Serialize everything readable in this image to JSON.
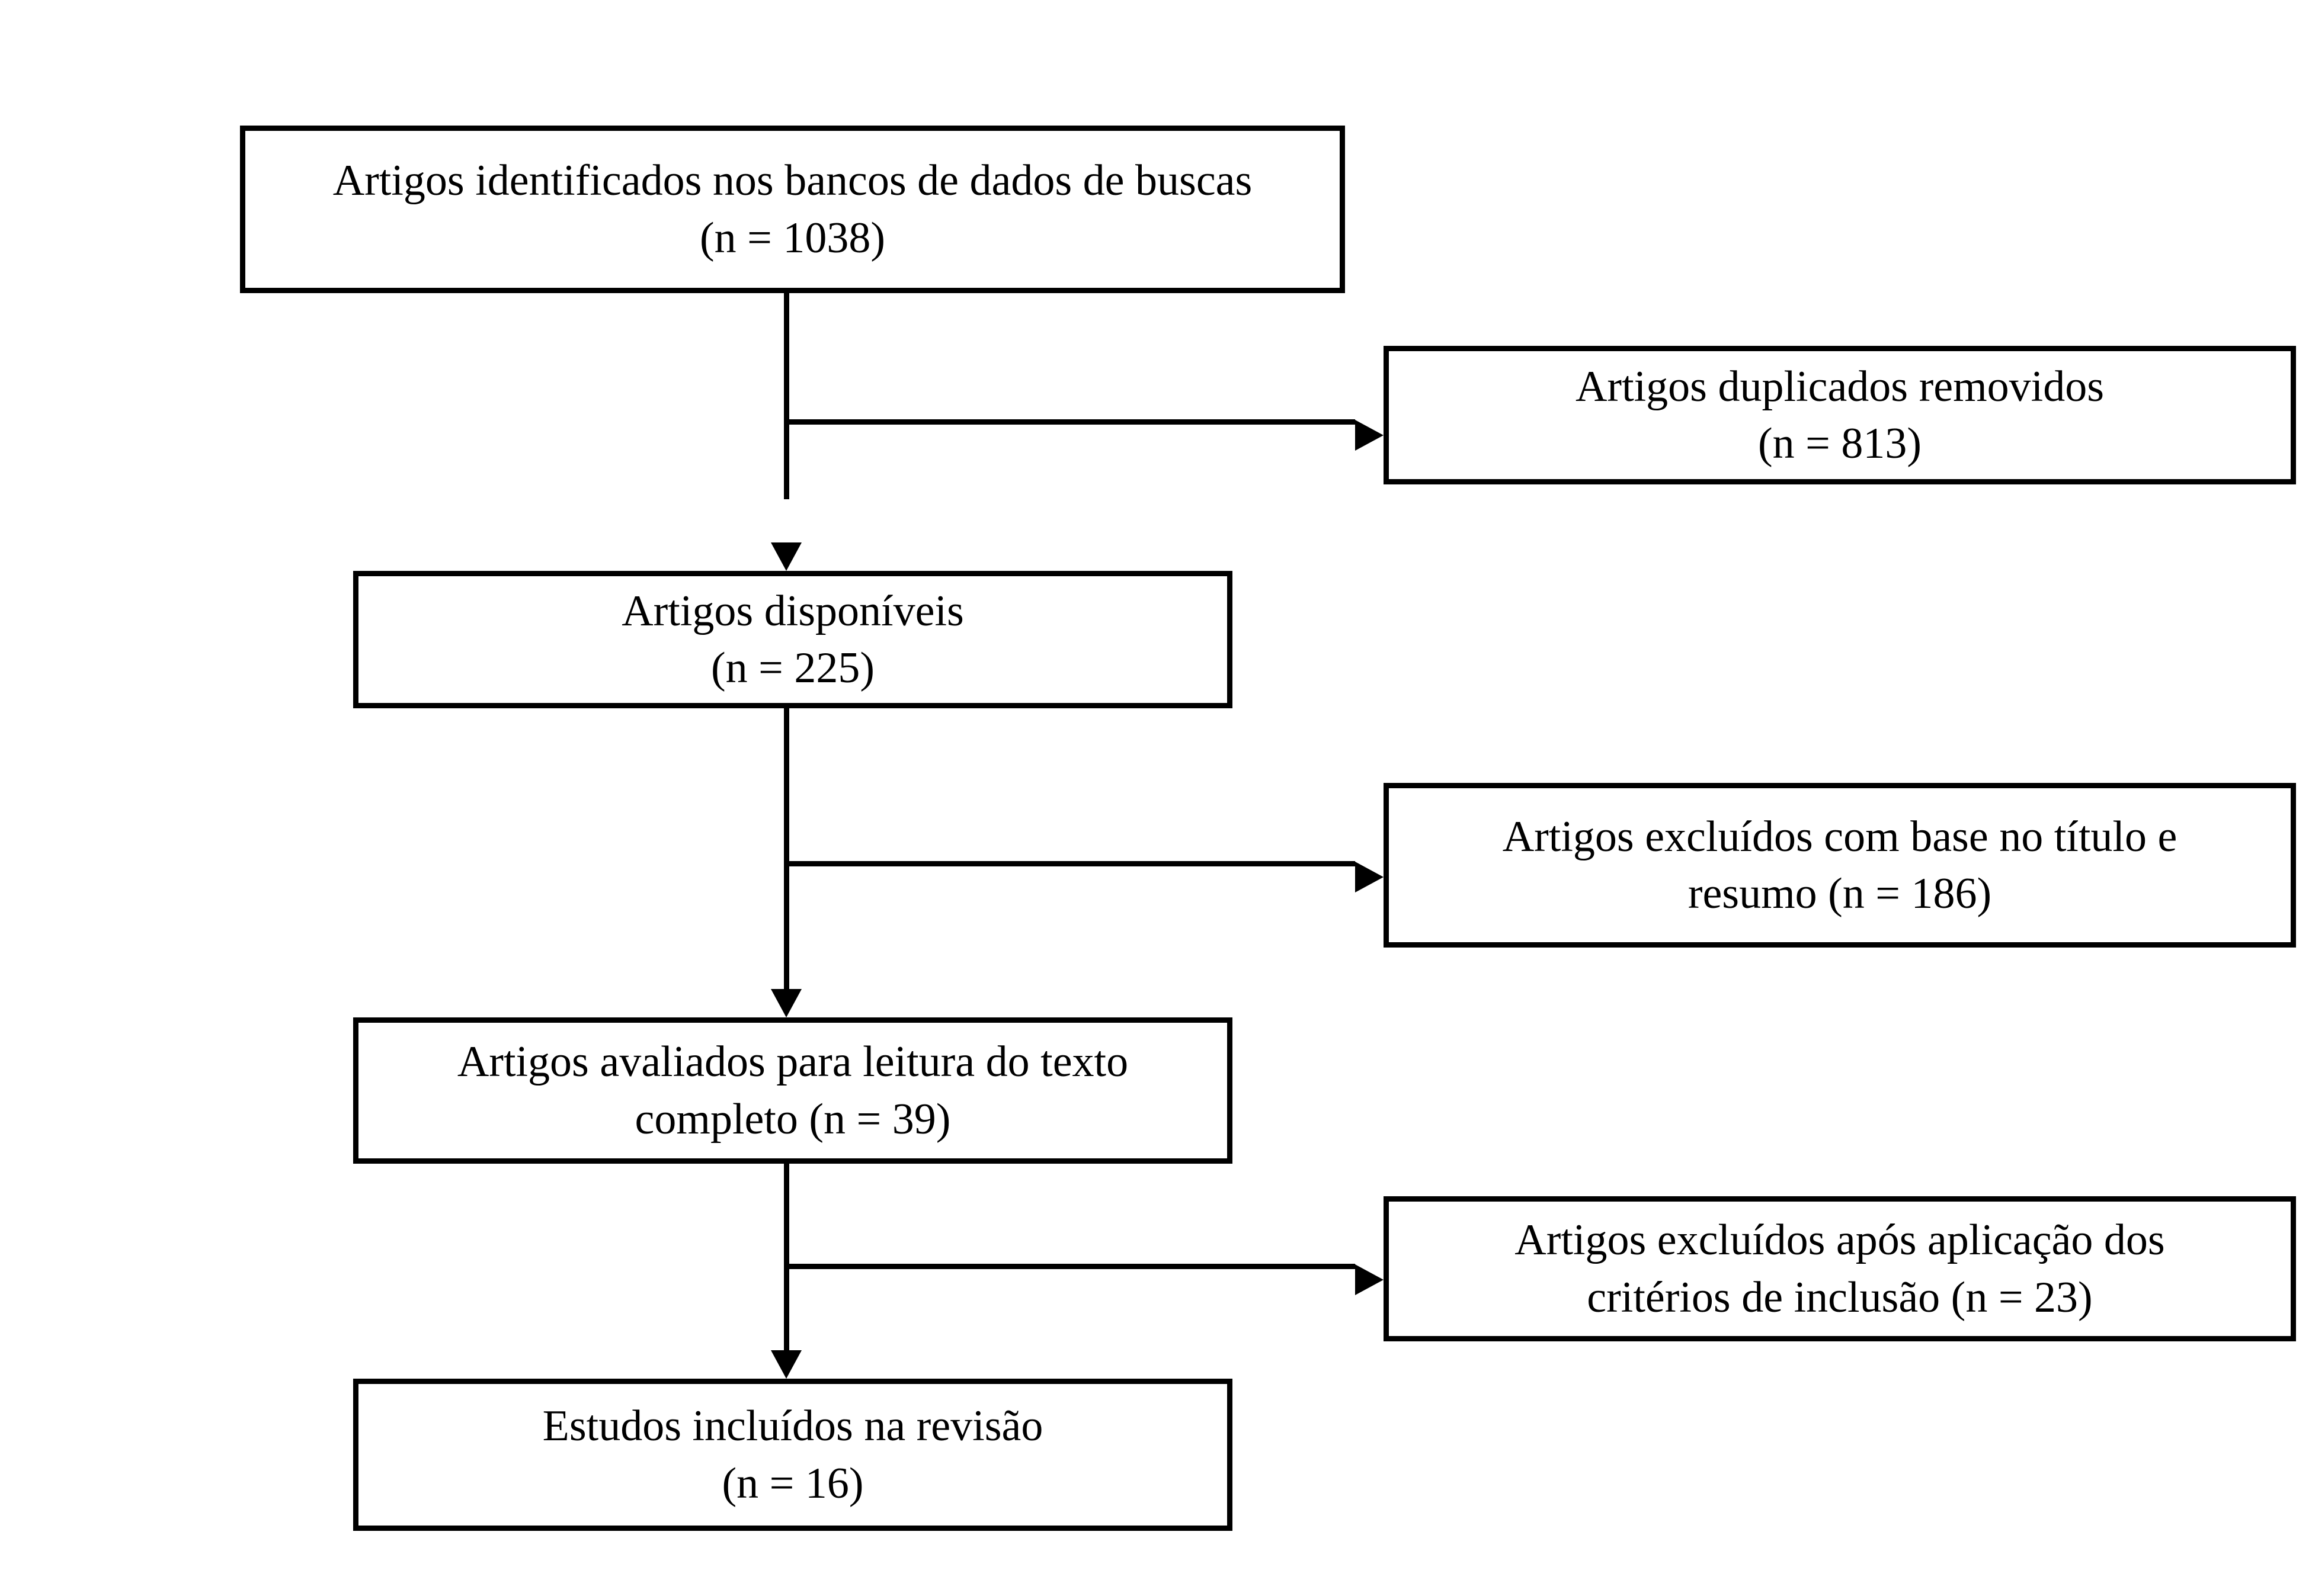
{
  "diagram": {
    "type": "prisma-flow-diagram",
    "language": "pt-BR",
    "colors": {
      "line": "#000000",
      "box_border": "#000000",
      "box_fill": "#ffffff",
      "background": "#ffffff",
      "text": "#000000"
    },
    "nodes": [
      {
        "id": "identified",
        "label": "Artigos identificados nos bancos de dados de buscas\n(n = 1038)",
        "count_label": "n = 1038",
        "count": 1038,
        "column": "main"
      },
      {
        "id": "duplicates",
        "label": "Artigos duplicados removidos\n(n = 813)",
        "count_label": "n = 813",
        "count": 813,
        "column": "side"
      },
      {
        "id": "available",
        "label": "Artigos disponíveis\n(n = 225)",
        "count_label": "n = 225",
        "count": 225,
        "column": "main"
      },
      {
        "id": "excluded_title_abstract",
        "label": "Artigos excluídos com base no título e\nresumo (n = 186)",
        "count_label": "n = 186",
        "count": 186,
        "column": "side"
      },
      {
        "id": "fulltext",
        "label": "Artigos avaliados para leitura do texto\ncompleto (n = 39)",
        "count_label": "n = 39",
        "count": 39,
        "column": "main"
      },
      {
        "id": "excluded_criteria",
        "label": "Artigos excluídos após aplicação dos\ncritérios de inclusão (n = 23)",
        "count_label": "n = 23",
        "count": 23,
        "column": "side"
      },
      {
        "id": "included",
        "label": "Estudos incluídos na revisão\n(n = 16)",
        "count_label": "n = 16",
        "count": 16,
        "column": "main"
      }
    ],
    "edges": [
      {
        "id": "e1",
        "from": "identified",
        "to": "available",
        "direction": "down"
      },
      {
        "id": "e2",
        "from": "identified",
        "to": "duplicates",
        "direction": "right"
      },
      {
        "id": "e3",
        "from": "available",
        "to": "fulltext",
        "direction": "down"
      },
      {
        "id": "e4",
        "from": "available",
        "to": "excluded_title_abstract",
        "direction": "right"
      },
      {
        "id": "e5",
        "from": "fulltext",
        "to": "included",
        "direction": "down"
      },
      {
        "id": "e6",
        "from": "fulltext",
        "to": "excluded_criteria",
        "direction": "right"
      }
    ]
  }
}
